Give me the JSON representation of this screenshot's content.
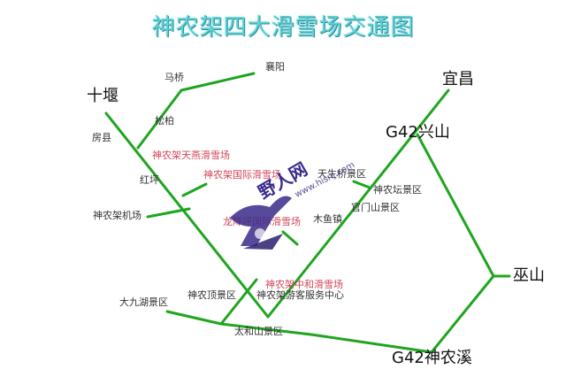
{
  "title": "神农架四大滑雪场交通图",
  "colors": {
    "road": "#1fa51f",
    "title": "#5fd0d6",
    "ski_resort": "#d2465a",
    "place": "#333333"
  },
  "places_major": {
    "shiyan": "十堰",
    "yichang": "宜昌",
    "g42_xingshan": "G42兴山",
    "wushan": "巫山",
    "g42_shennongxi": "G42神农溪"
  },
  "places_minor": {
    "xiangyang": "襄阳",
    "maqiao": "马桥",
    "songbai": "松柏",
    "fangxian": "房县",
    "hongping": "红坪",
    "airport": "神农架机场",
    "tianshengqiao": "天生桥景区",
    "shennongtan": "神农坛景区",
    "guanmenshan": "官门山景区",
    "muyuzhen": "木鱼镇",
    "shennongding": "神农顶景区",
    "visitor_center": "神农架游客服务中心",
    "dajiuhu": "大九湖景区",
    "taiheshan": "太和山景区"
  },
  "ski_resorts": {
    "tianyan": "神农架天燕滑雪场",
    "guoji": "神农架国际滑雪场",
    "longjiangping": "龙降坪国际滑雪场",
    "zhonghe": "神农架中和滑雪场"
  },
  "watermark": {
    "text": "野人网",
    "url": "www.hisnj.com"
  }
}
